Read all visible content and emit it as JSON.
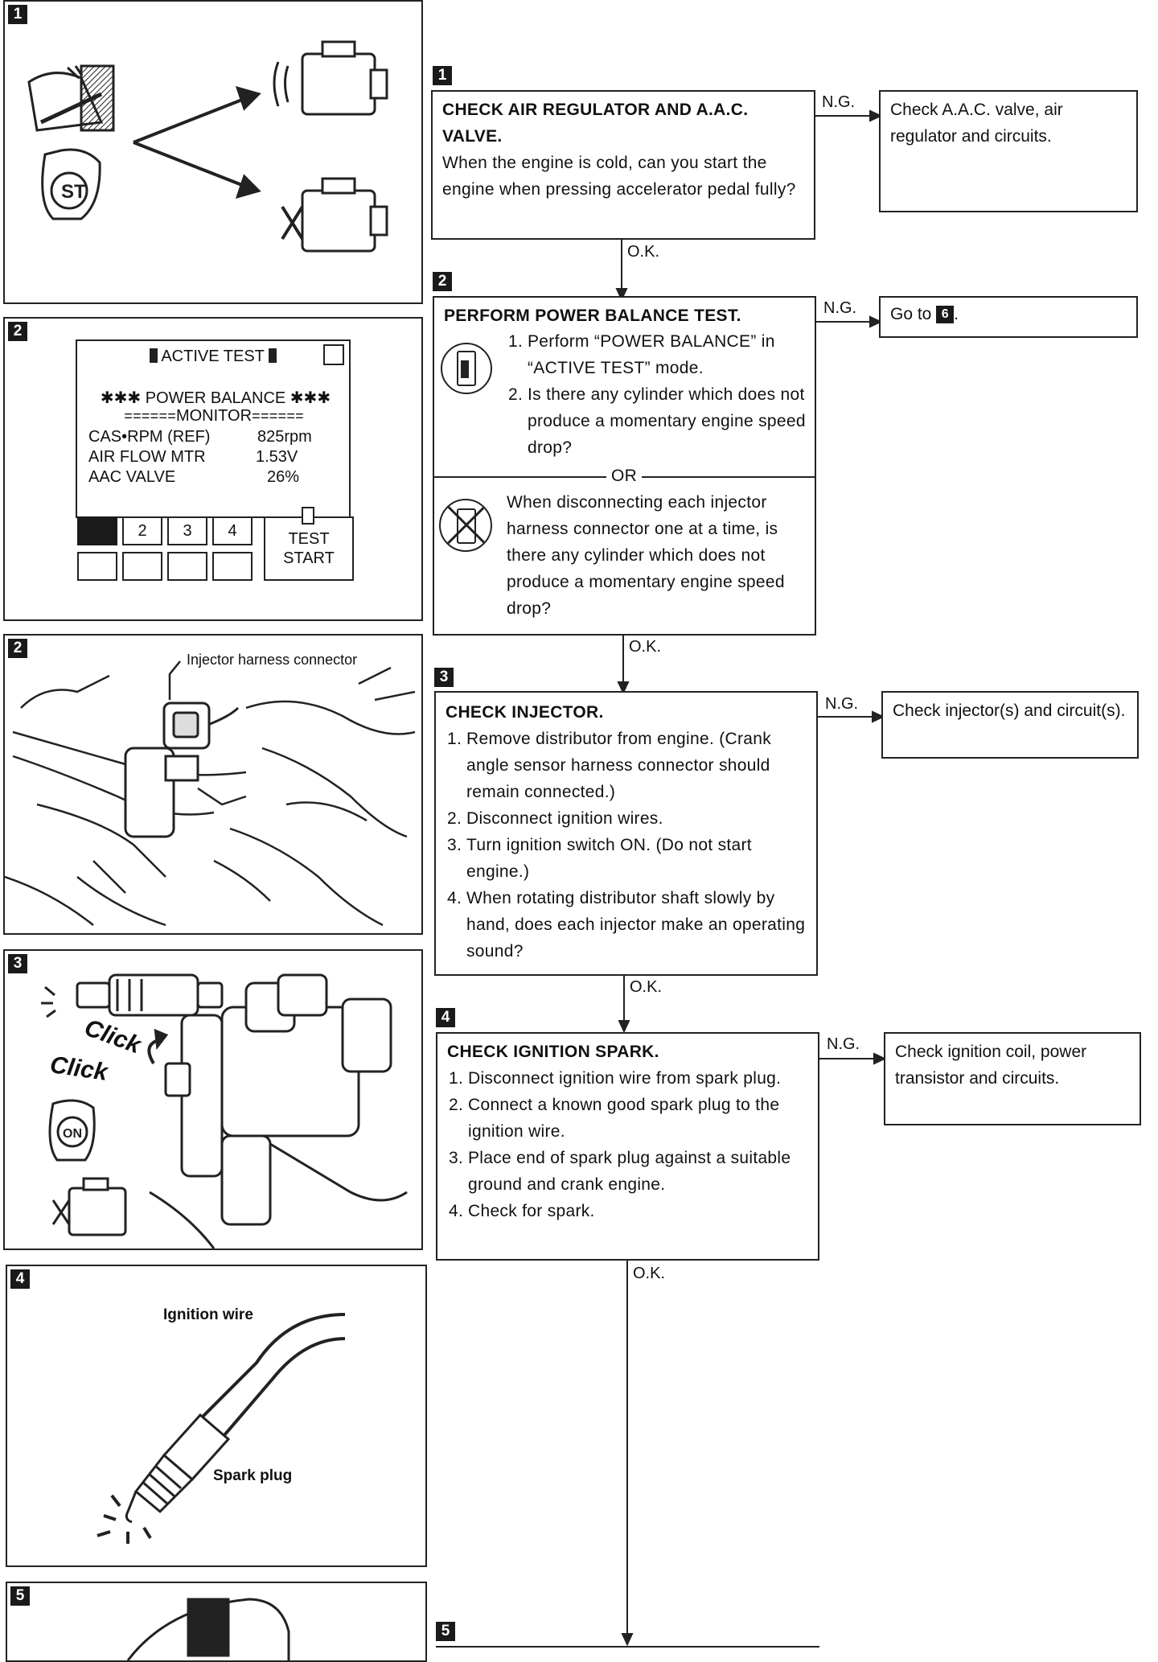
{
  "panels": {
    "p1": {
      "tag": "1"
    },
    "p2": {
      "tag": "2",
      "screen": {
        "header": "ACTIVE TEST",
        "title": "POWER BALANCE",
        "monitor_label": "MONITOR",
        "rows": [
          {
            "label": "CAS•RPM (REF)",
            "value": "825rpm"
          },
          {
            "label": "AIR FLOW MTR",
            "value": "1.53V"
          },
          {
            "label": "AAC VALVE",
            "value": "26%"
          }
        ],
        "buttons": [
          "",
          "2",
          "3",
          "4"
        ],
        "test_label": "TEST",
        "start_label": "START"
      }
    },
    "p3": {
      "tag": "2",
      "caption": "Injector harness connector"
    },
    "p4": {
      "tag": "3",
      "click1": "Click",
      "click2": "Click",
      "switch_on": "ON"
    },
    "p5": {
      "tag": "4",
      "caption_wire": "Ignition wire",
      "caption_plug": "Spark plug"
    },
    "p6": {
      "tag": "5"
    }
  },
  "flow": {
    "s1": {
      "tag": "1",
      "title": "CHECK AIR REGULATOR AND A.A.C. VALVE.",
      "body": "When the engine is cold, can you start the engine when pressing accelerator pedal fully?",
      "ng_label": "N.G.",
      "ng_text": "Check A.A.C. valve, air regulator and circuits.",
      "ok_label": "O.K."
    },
    "s2": {
      "tag": "2",
      "title": "PERFORM POWER BALANCE TEST.",
      "steps": [
        "Perform “POWER BALANCE” in “ACTIVE TEST” mode.",
        "Is there any cylinder which does not produce a momentary engine speed drop?"
      ],
      "or_label": "OR",
      "alt": "When disconnecting each injector harness connector one at a time, is there any cylinder which does not produce a momentary engine speed drop?",
      "ng_label": "N.G.",
      "ng_text": "Go to",
      "ng_ref": "6",
      "ok_label": "O.K."
    },
    "s3": {
      "tag": "3",
      "title": "CHECK INJECTOR.",
      "steps": [
        "Remove distributor from engine. (Crank angle sensor harness connector should remain connected.)",
        "Disconnect ignition wires.",
        "Turn ignition switch ON. (Do not start engine.)",
        "When rotating distributor shaft slowly by hand, does each injector make an operating sound?"
      ],
      "ng_label": "N.G.",
      "ng_text": "Check injector(s) and circuit(s).",
      "ok_label": "O.K."
    },
    "s4": {
      "tag": "4",
      "title": "CHECK IGNITION SPARK.",
      "steps": [
        "Disconnect ignition wire from spark plug.",
        "Connect a known good spark plug to the ignition wire.",
        "Place end of spark plug against a suitable ground and crank engine.",
        "Check for spark."
      ],
      "ng_label": "N.G.",
      "ng_text": "Check ignition coil, power transistor and circuits.",
      "ok_label": "O.K."
    },
    "s5": {
      "tag": "5"
    }
  }
}
